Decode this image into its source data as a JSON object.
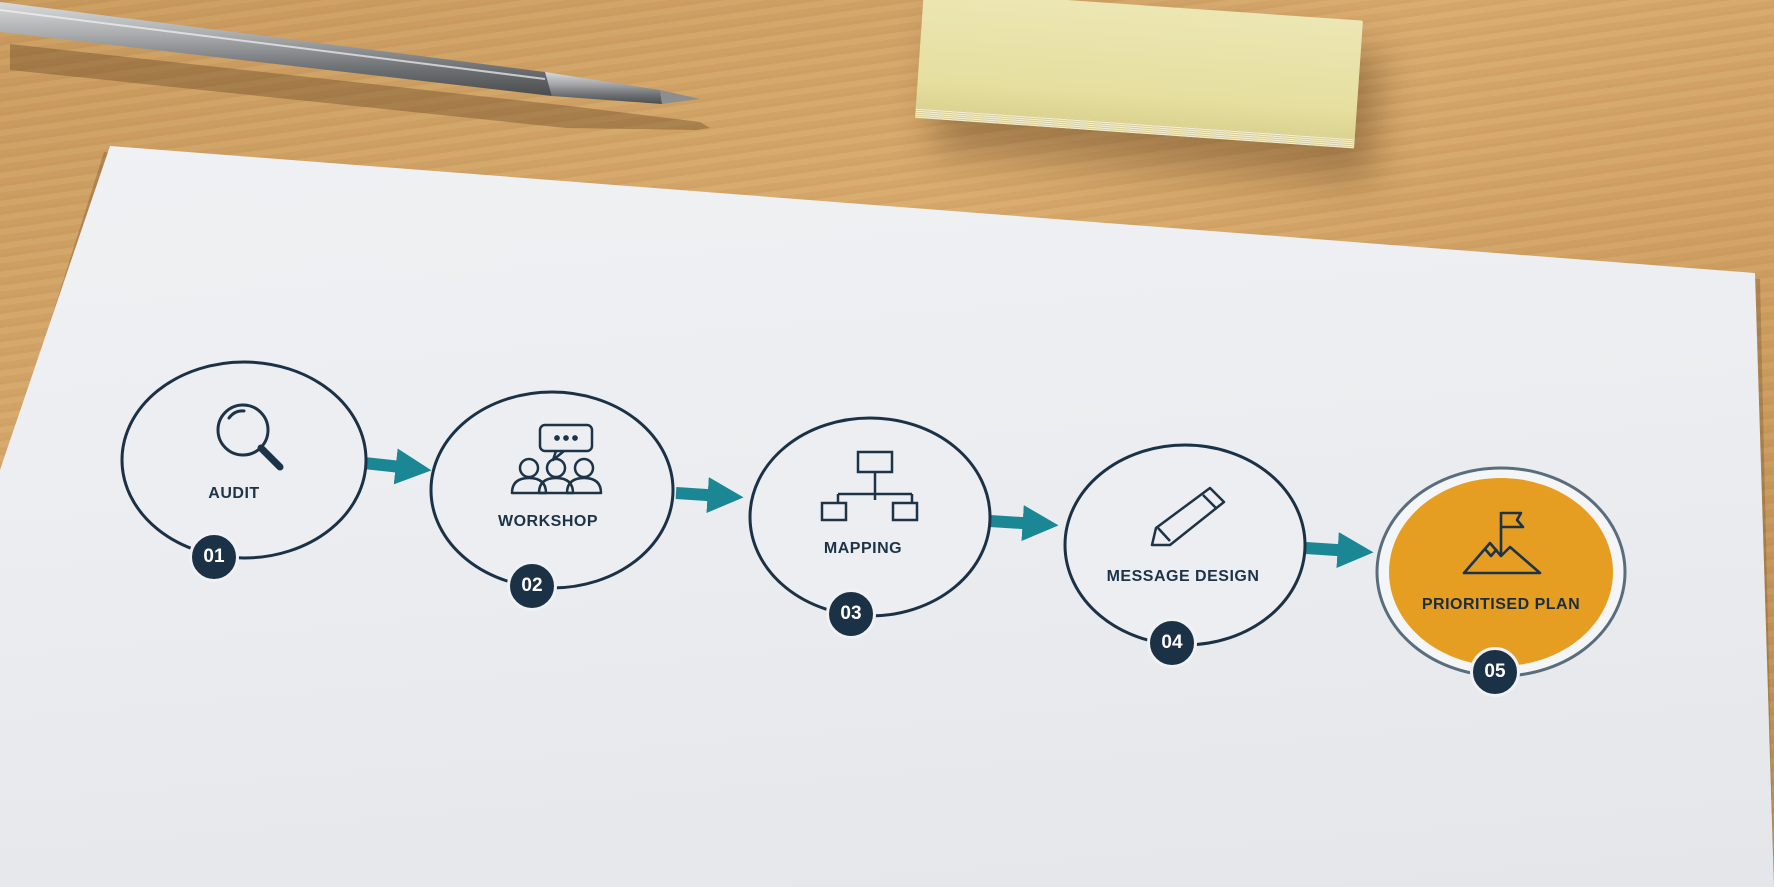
{
  "colors": {
    "navy": "#1b3146",
    "teal": "#1b8794",
    "orange": "#e59e22",
    "paper": "#eef0f3",
    "wood": "#cf9f62"
  },
  "steps": [
    {
      "number": "01",
      "label": "AUDIT",
      "icon": "magnifier-icon"
    },
    {
      "number": "02",
      "label": "WORKSHOP",
      "icon": "group-chat-icon"
    },
    {
      "number": "03",
      "label": "MAPPING",
      "icon": "org-chart-icon"
    },
    {
      "number": "04",
      "label": "MESSAGE DESIGN",
      "icon": "pencil-icon"
    },
    {
      "number": "05",
      "label": "PRIORITISED PLAN",
      "icon": "mountain-flag-icon",
      "highlighted": true
    }
  ]
}
